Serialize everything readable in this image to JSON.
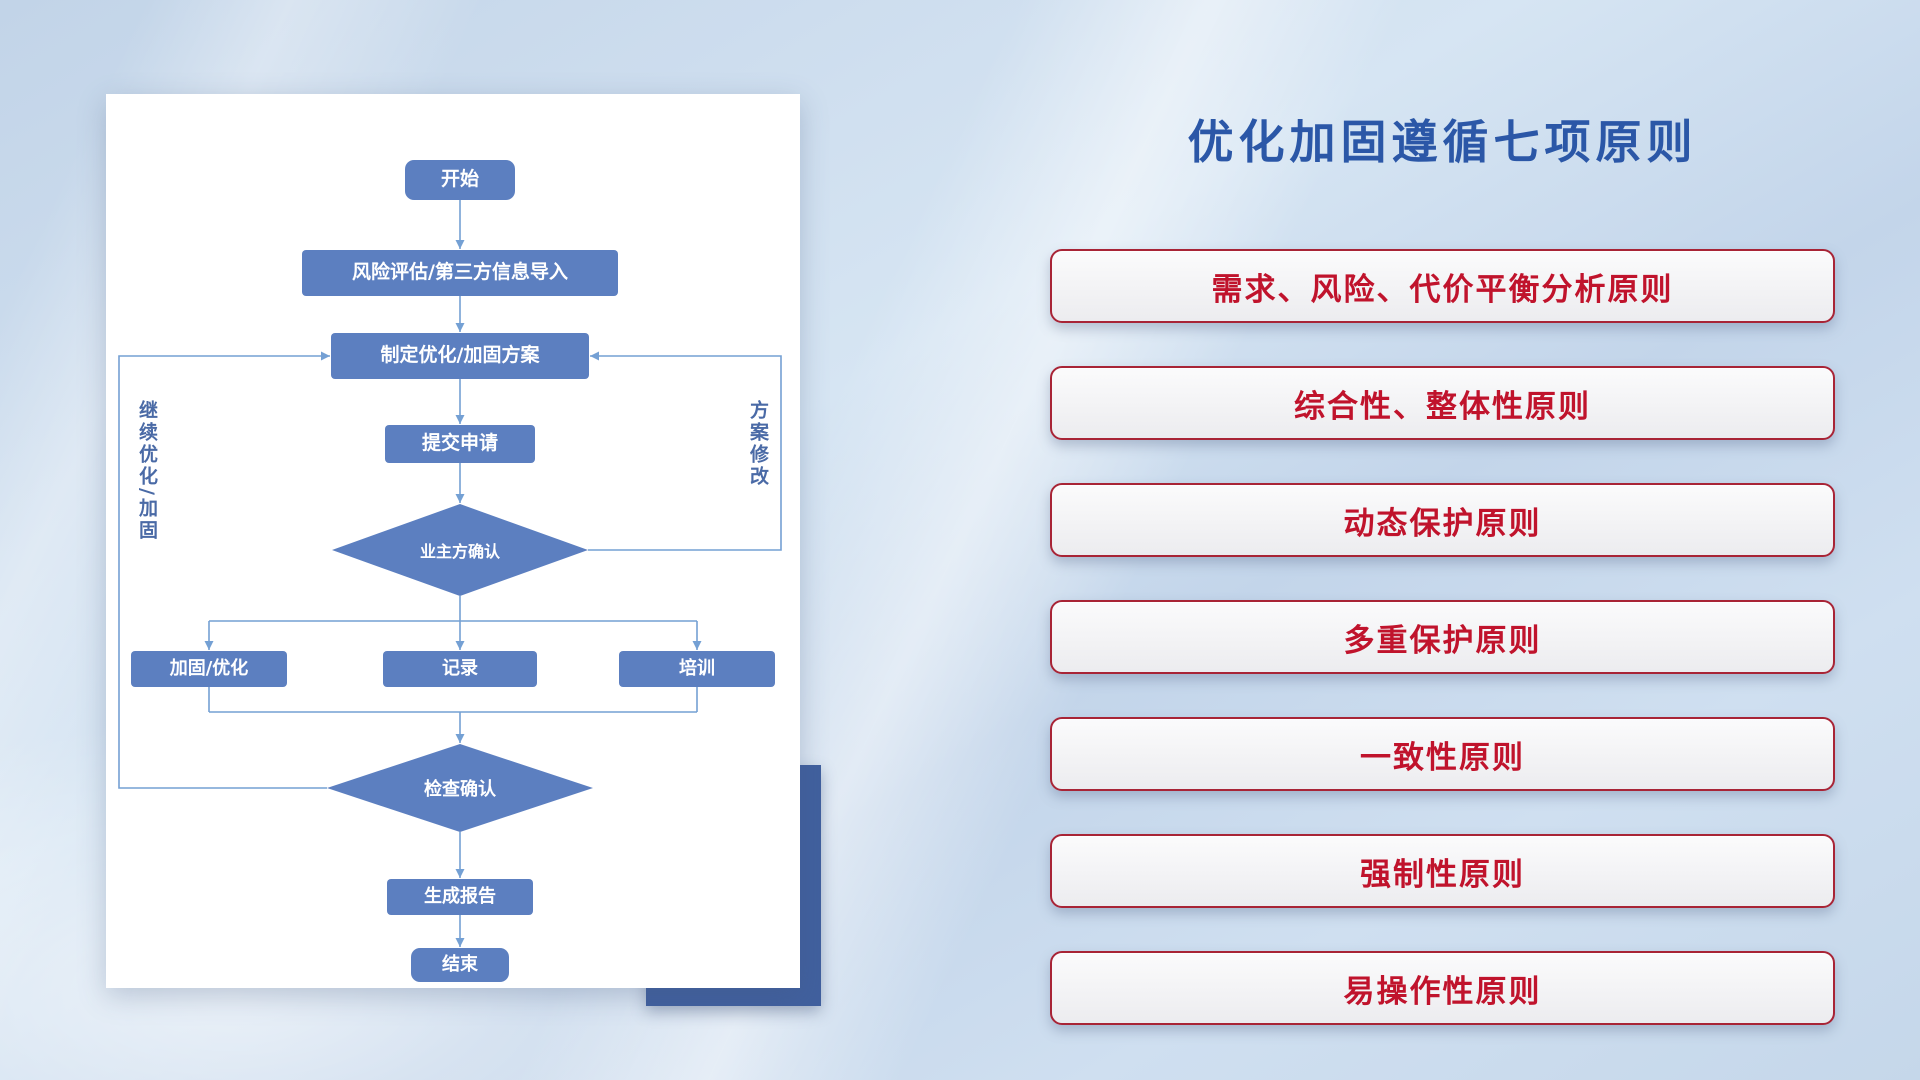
{
  "slide": {
    "title": "优化加固遵循七项原则"
  },
  "principles": [
    "需求、风险、代价平衡分析原则",
    "综合性、整体性原则",
    "动态保护原则",
    "多重保护原则",
    "一致性原则",
    "强制性原则",
    "易操作性原则"
  ],
  "flowchart": {
    "nodes": {
      "start": "开始",
      "risk_import": "风险评估/第三方信息导入",
      "make_plan": "制定优化/加固方案",
      "submit": "提交申请",
      "owner_confirm": "业主方确认",
      "reinforce": "加固/优化",
      "record": "记录",
      "training": "培训",
      "check_confirm": "检查确认",
      "report": "生成报告",
      "end": "结束"
    },
    "edge_labels": {
      "continue_optimize": "继续优化/加固",
      "plan_modify": "方案修改"
    }
  },
  "colors": {
    "title_blue": "#2b57a7",
    "node_blue": "#5c7fc0",
    "connector_blue": "#74a0d4",
    "pill_border_red": "#a82436",
    "pill_text_red": "#c0132c",
    "accent_navy": "#41609e"
  }
}
